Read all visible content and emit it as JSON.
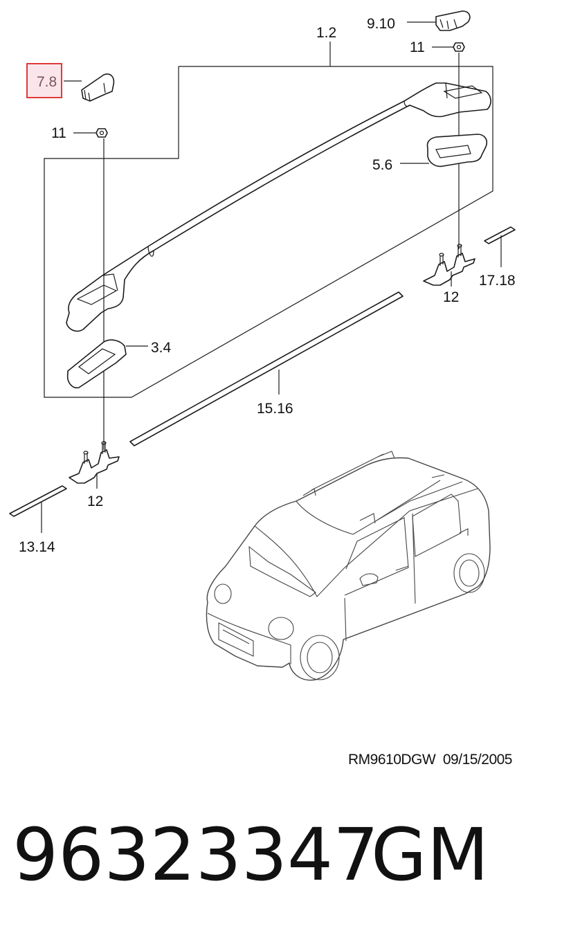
{
  "callouts": {
    "c_1_2": "1.2",
    "c_9_10": "9.10",
    "c_11_top": "11",
    "c_7_8": "7.8",
    "c_11_left": "11",
    "c_5_6": "5.6",
    "c_17_18": "17.18",
    "c_12_right": "12",
    "c_3_4": "3.4",
    "c_15_16": "15.16",
    "c_12_left": "12",
    "c_13_14": "13.14"
  },
  "highlighted_callout": "7.8",
  "highlight_color": "#e03a3a",
  "reference": {
    "code": "RM9610DGW",
    "date": "09/15/2005"
  },
  "part": {
    "number": "96323347",
    "brand": "GM"
  }
}
